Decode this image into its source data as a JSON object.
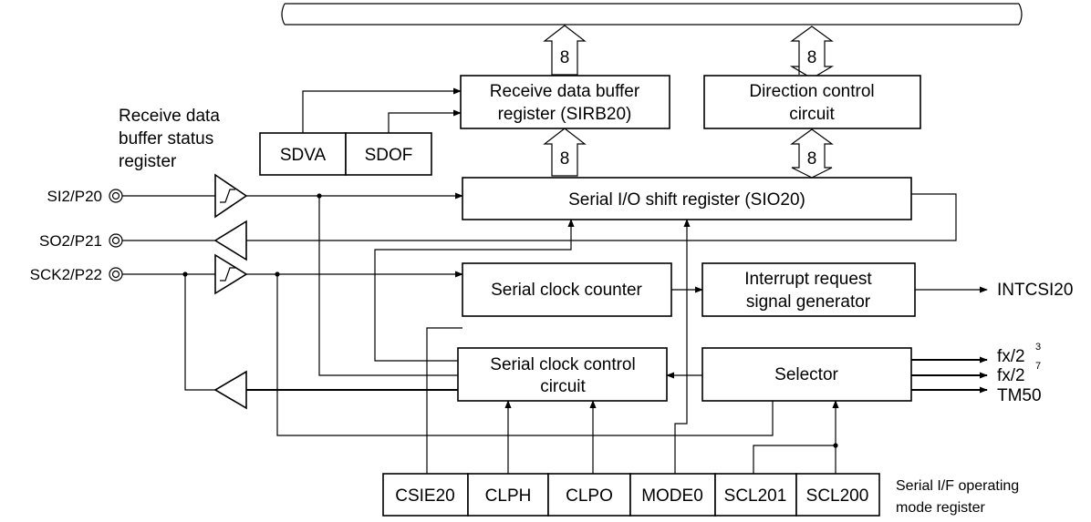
{
  "bus": {
    "width_left": "8",
    "width_right": "8",
    "width_mid_left": "8",
    "width_mid_right": "8"
  },
  "blocks": {
    "receive_buffer": {
      "line1": "Receive data buffer",
      "line2": "register (SIRB20)"
    },
    "direction_control": {
      "line1": "Direction control",
      "line2": "circuit"
    },
    "shift_register": {
      "label": "Serial I/O shift register (SIO20)"
    },
    "clock_counter": {
      "label": "Serial clock counter"
    },
    "interrupt_gen": {
      "line1": "Interrupt request",
      "line2": "signal generator"
    },
    "clock_control": {
      "line1": "Serial clock control",
      "line2": "circuit"
    },
    "selector": {
      "label": "Selector"
    }
  },
  "status_register": {
    "caption_lines": [
      "Receive data",
      "buffer status",
      "register"
    ],
    "bits": [
      "SDVA",
      "SDOF"
    ]
  },
  "mode_register": {
    "caption_lines": [
      "Serial I/F operating",
      "mode register"
    ],
    "bits": [
      "CSIE20",
      "CLPH",
      "CLPO",
      "MODE0",
      "SCL201",
      "SCL200"
    ]
  },
  "pins": {
    "si2": "SI2/P20",
    "so2": "SO2/P21",
    "sck2": "SCK2/P22"
  },
  "outputs": {
    "intcsi20": "INTCSI20",
    "fx_base_1": "fx/2",
    "fx_exp_1": "3",
    "fx_base_2": "fx/2",
    "fx_exp_2": "7",
    "tm50": "TM50"
  }
}
